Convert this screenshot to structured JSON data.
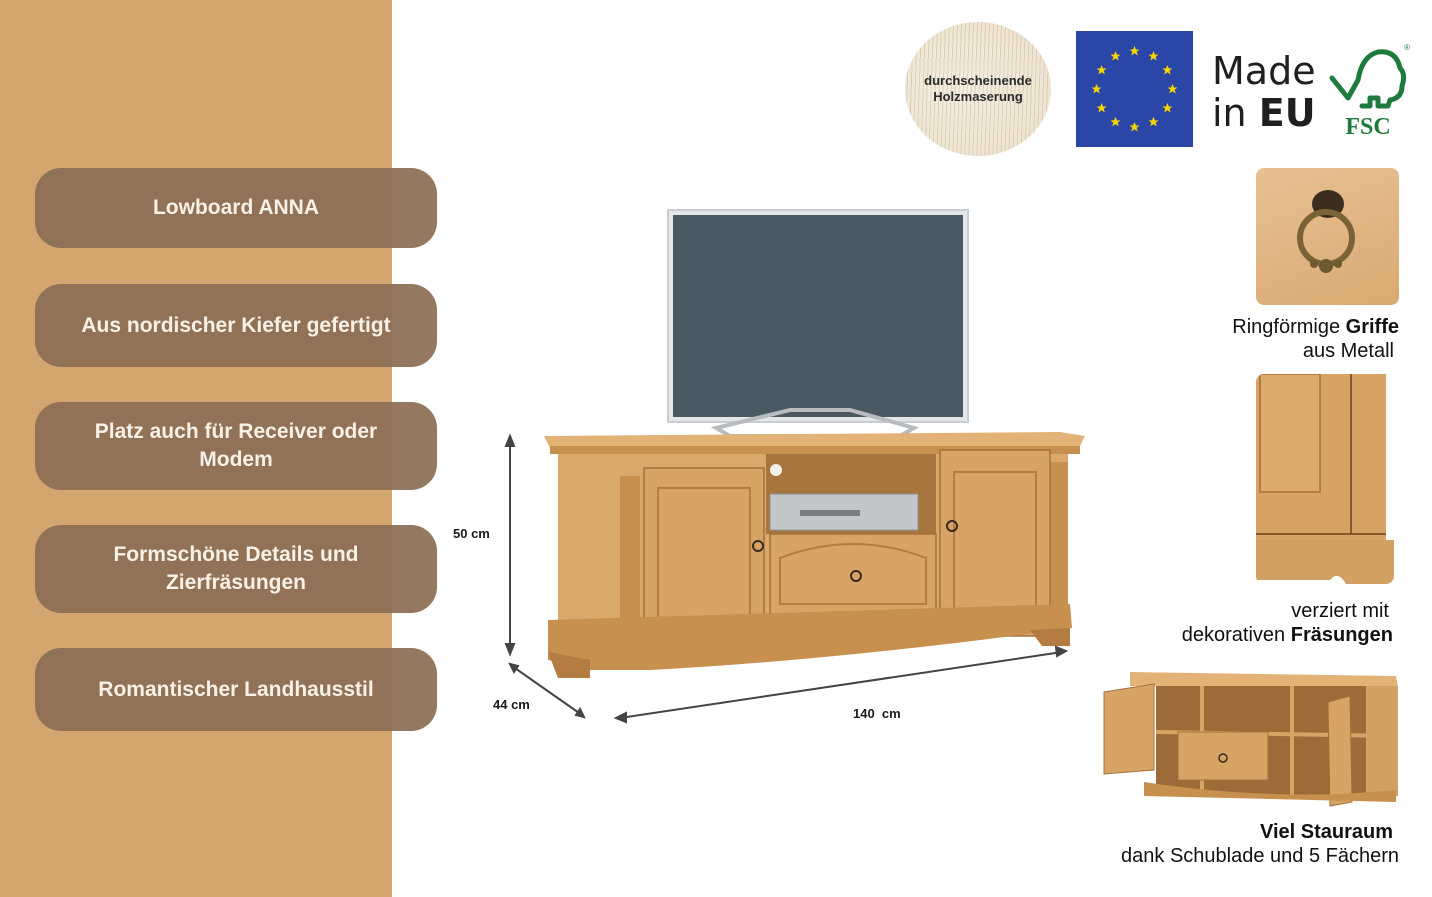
{
  "features": [
    {
      "label": "Lowboard ANNA"
    },
    {
      "label": "Aus nordischer Kiefer gefertigt"
    },
    {
      "label": "Platz auch für Receiver oder Modem"
    },
    {
      "label": "Formschöne Details und Zierfräsungen"
    },
    {
      "label": "Romantischer Landhausstil"
    }
  ],
  "badges": {
    "wood_grain": {
      "line1": "durchscheinende",
      "line2": "Holzmaserung"
    },
    "made_in": {
      "line1": "Made",
      "line2_prefix": "in ",
      "line2_bold": "EU"
    },
    "fsc": {
      "label": "FSC",
      "registered": "®"
    }
  },
  "dimensions": {
    "height": "50 cm",
    "depth": "44 cm",
    "width": "140  cm"
  },
  "details": [
    {
      "caption_normal": "Ringförmige ",
      "caption_bold": "Griffe",
      "caption_line2": "aus Metall"
    },
    {
      "caption_line1": "verziert mit",
      "caption_normal": "dekorativen ",
      "caption_bold": "Fräsungen"
    },
    {
      "caption_bold": "Viel Stauraum",
      "caption_line2": "dank Schublade und 5 Fächern"
    }
  ],
  "colors": {
    "side_band": "#d3a670",
    "pill": "#8c6e54",
    "pill_text": "#f7f1e8",
    "wood": "#d9a86a",
    "eu_blue": "#2a47a7",
    "eu_star": "#f5d400",
    "fsc_green": "#1f7a3d"
  }
}
